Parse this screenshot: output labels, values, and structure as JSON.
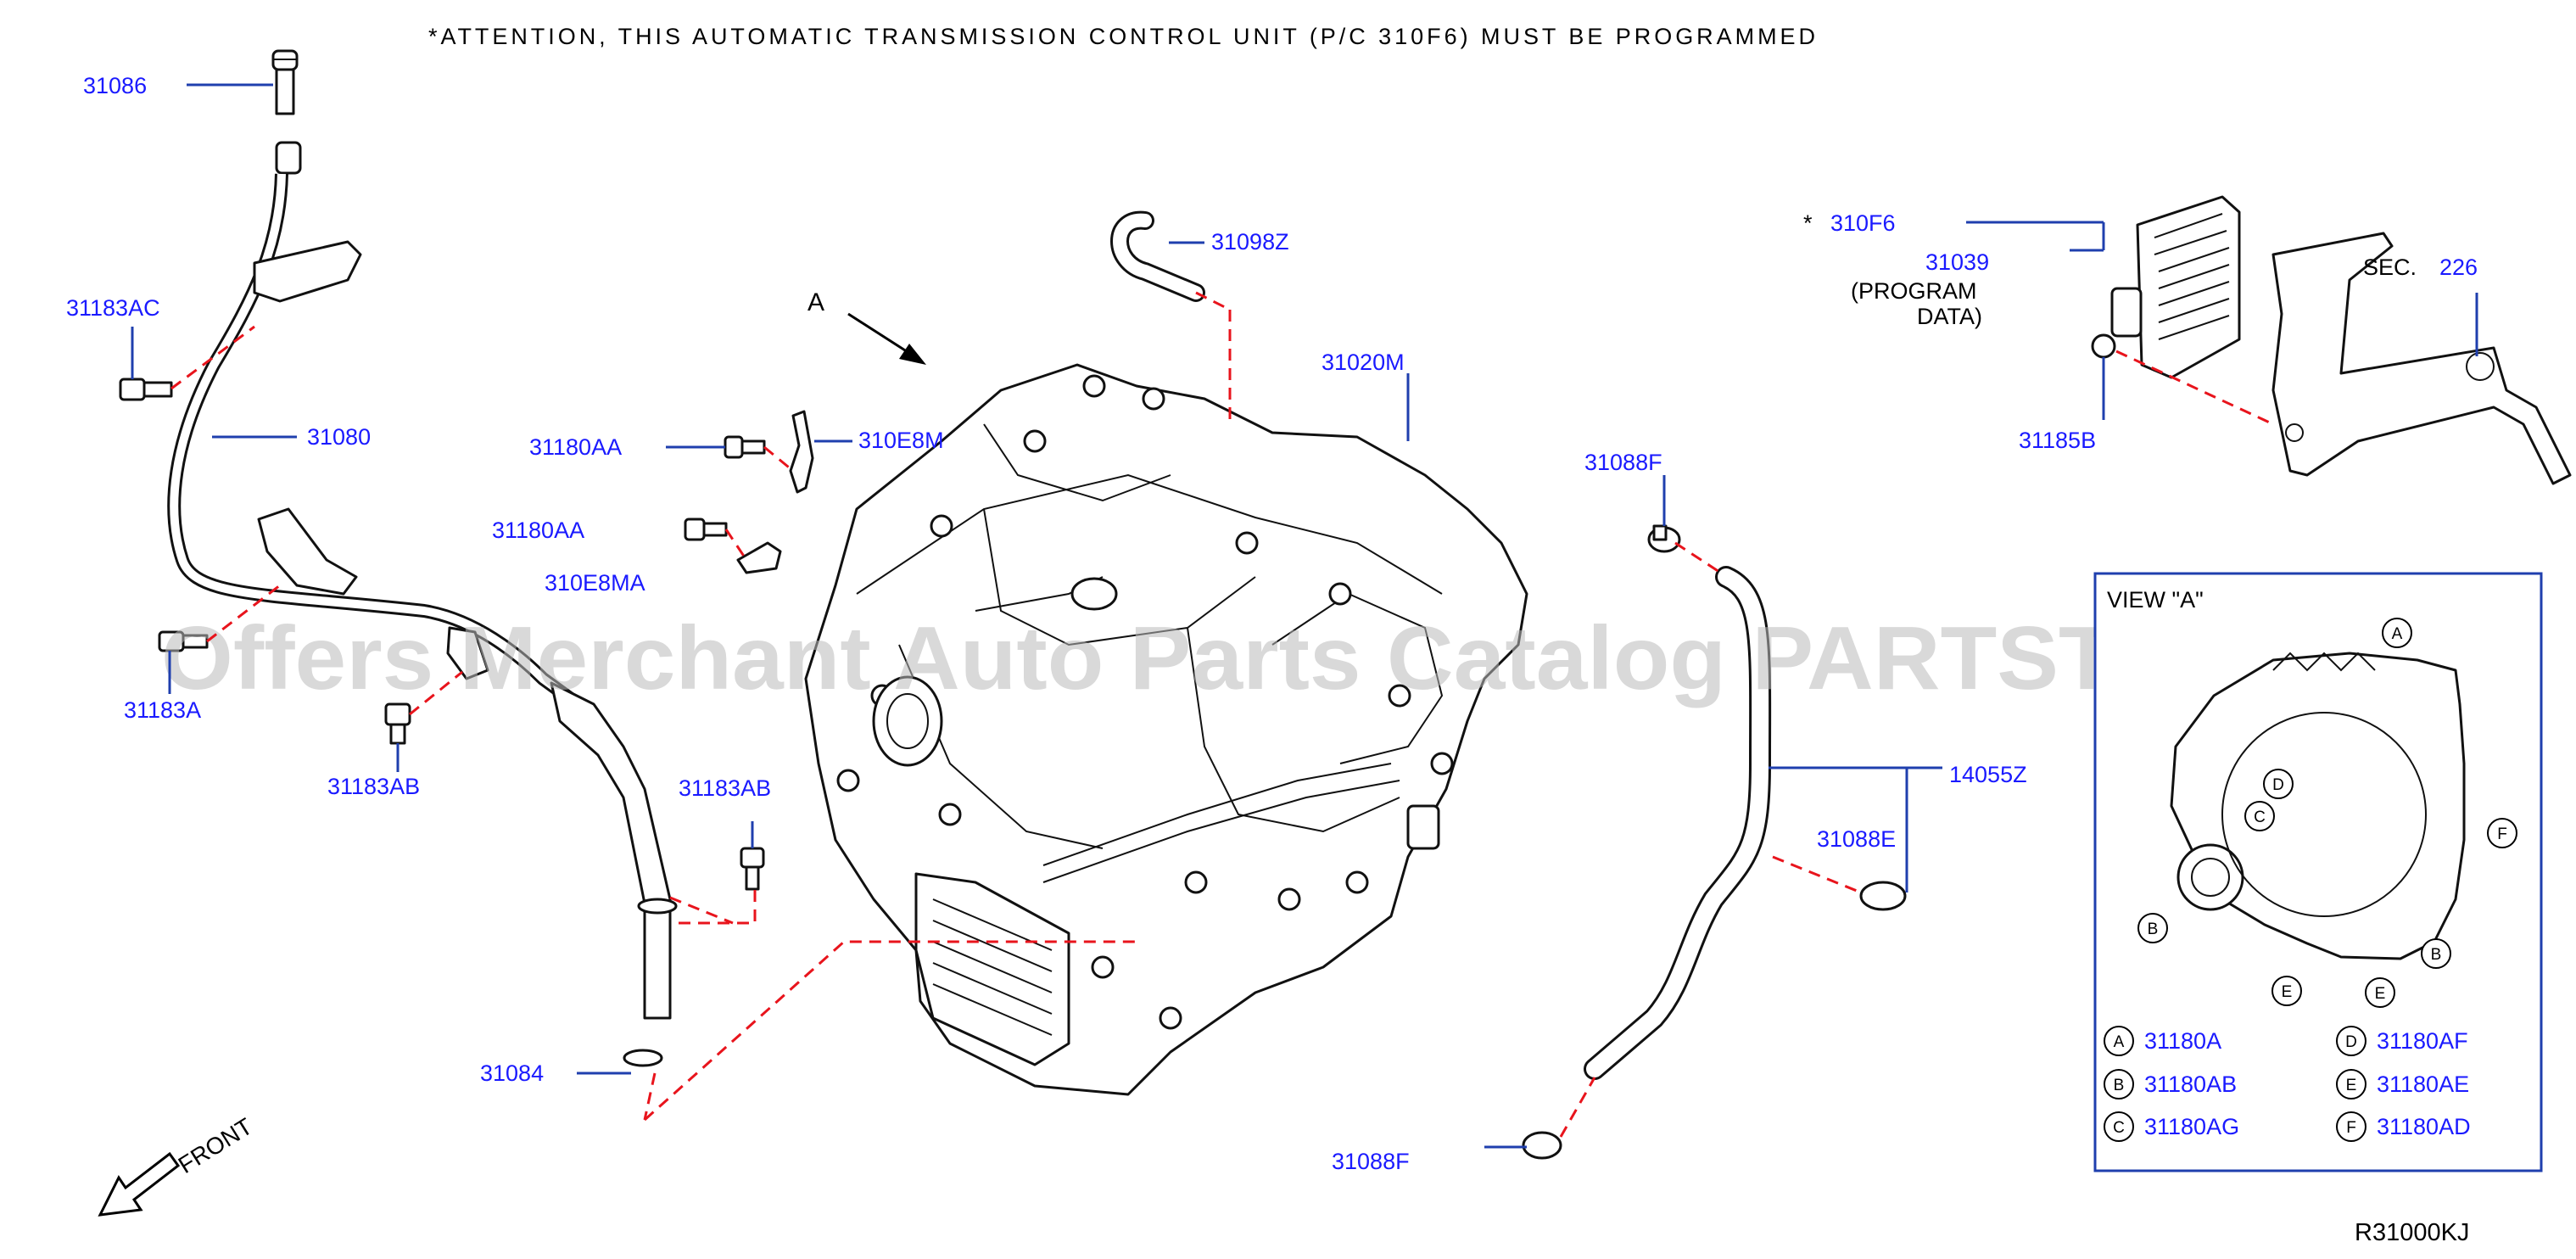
{
  "attention_note": "*ATTENTION, THIS AUTOMATIC TRANSMISSION CONTROL UNIT (P/C 310F6) MUST BE PROGRAMMED",
  "watermark": "Offers Merchant Auto Parts Catalog PARTSTORE.SA",
  "diagram_code": "R31000KJ",
  "front_label": "FRONT",
  "view_arrow_label": "A",
  "accent_colors": {
    "label": "#1a1aff",
    "leader": "#1f3fae",
    "dashed": "#e8141c"
  },
  "parts": {
    "p31086": "31086",
    "p31183AC": "31183AC",
    "p31080": "31080",
    "p31183A": "31183A",
    "p31183AB_1": "31183AB",
    "p31183AB_2": "31183AB",
    "p31084": "31084",
    "p31180AA_1": "31180AA",
    "p310E8M": "310E8M",
    "p31180AA_2": "31180AA",
    "p310E8MA": "310E8MA",
    "p31098Z": "31098Z",
    "p31020M": "31020M",
    "p31088F_1": "31088F",
    "p14055Z": "14055Z",
    "p31088E": "31088E",
    "p31088F_2": "31088F",
    "p310F6": "310F6",
    "p310F6_star": "*",
    "p31039": "31039",
    "program_data_1": "(PROGRAM",
    "program_data_2": "DATA)",
    "p31185B": "31185B",
    "sec_label": "SEC.",
    "sec_number": "226"
  },
  "view_a": {
    "title": "VIEW \"A\"",
    "markers": [
      "A",
      "B",
      "C",
      "D",
      "E",
      "F"
    ],
    "legend": [
      {
        "letter": "A",
        "part": "31180A"
      },
      {
        "letter": "B",
        "part": "31180AB"
      },
      {
        "letter": "C",
        "part": "31180AG"
      },
      {
        "letter": "D",
        "part": "31180AF"
      },
      {
        "letter": "E",
        "part": "31180AE"
      },
      {
        "letter": "F",
        "part": "31180AD"
      }
    ]
  }
}
